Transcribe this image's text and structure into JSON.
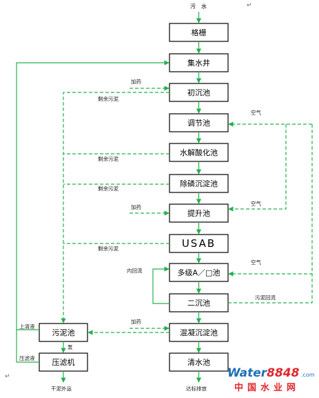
{
  "nodes": {
    "inlet_label": "污　水",
    "screen": "格栅",
    "sump": "集水井",
    "primary_clarifier": "初沉池",
    "equalization_tank": "调节池",
    "hydrolysis_tank": "水解酸化池",
    "phosphorus_tank": "除磷沉淀池",
    "lift_tank": "提升池",
    "usab": "USAB",
    "ao_tank": "多级A／□池",
    "secondary_clarifier": "二沉池",
    "coag_tank": "混凝沉淀池",
    "clear_tank": "清水池",
    "sludge_tank": "污泥池",
    "filter_press": "压滤机"
  },
  "labels": {
    "dosing_1": "加药",
    "dosing_2": "加药",
    "dosing_3": "加药",
    "excess_sludge_1": "剩余污泥",
    "excess_sludge_2": "剩余污泥",
    "excess_sludge_3": "剩余污泥",
    "excess_sludge_4": "剩余污泥",
    "air_1": "空气",
    "air_2": "空气",
    "air_3": "空气",
    "internal_reflux": "内回流",
    "sludge_return": "污泥回流",
    "supernatant": "上清液",
    "filtrate": "压滤液",
    "pump": "泵",
    "dry_sludge": "干泥外运",
    "discharge": "达标排放",
    "return_mark_top": "↵",
    "return_mark_bottom": "↵"
  },
  "watermark": {
    "w1": "W",
    "w2": "ater",
    "num": "8848",
    "com": ".com",
    "sub": "中国水业网"
  },
  "colors": {
    "flow": "#22b14c",
    "box": "#000000",
    "watermark_blue": "#1e6fb8",
    "watermark_red": "#e0262c"
  }
}
